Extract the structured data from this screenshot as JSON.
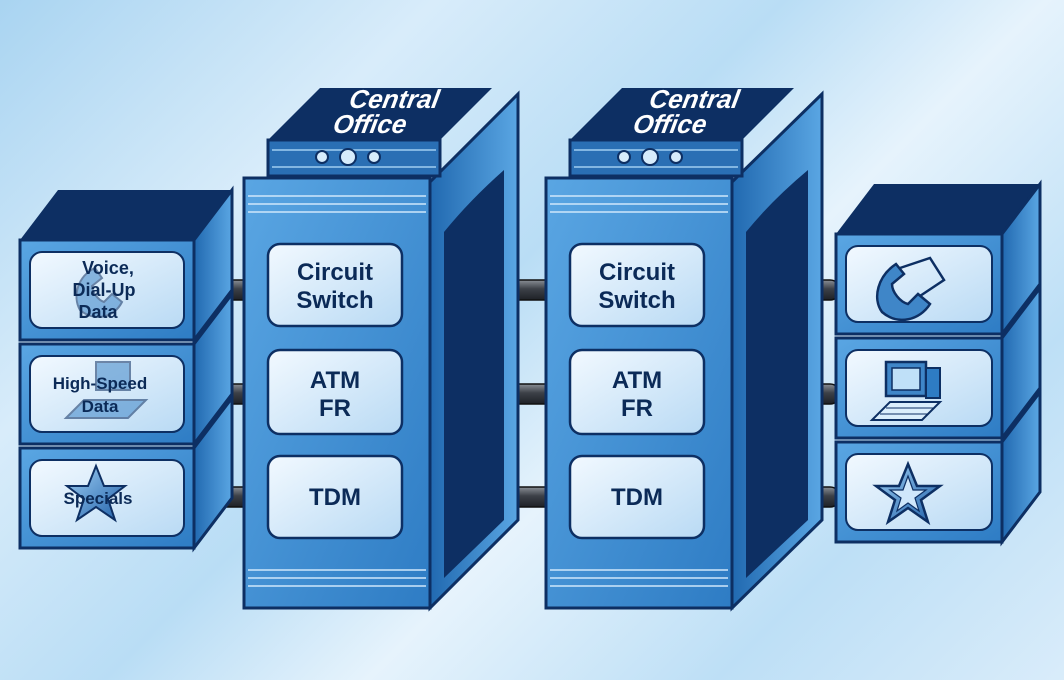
{
  "offices": [
    {
      "title_line1": "Central",
      "title_line2": "Office",
      "modules": [
        {
          "line1": "Circuit",
          "line2": "Switch"
        },
        {
          "line1": "ATM",
          "line2": "FR"
        },
        {
          "line1": "TDM",
          "line2": ""
        }
      ]
    },
    {
      "title_line1": "Central",
      "title_line2": "Office",
      "modules": [
        {
          "line1": "Circuit",
          "line2": "Switch"
        },
        {
          "line1": "ATM",
          "line2": "FR"
        },
        {
          "line1": "TDM",
          "line2": ""
        }
      ]
    }
  ],
  "left_services": [
    {
      "line1": "Voice,",
      "line2": "Dial-Up",
      "line3": "Data",
      "icon": "telephone-icon"
    },
    {
      "line1": "High-Speed",
      "line2": "Data",
      "line3": "",
      "icon": "computer-icon"
    },
    {
      "line1": "Specials",
      "line2": "",
      "line3": "",
      "icon": "star-icon"
    }
  ],
  "right_services": [
    {
      "icon": "telephone-icon"
    },
    {
      "icon": "computer-icon"
    },
    {
      "icon": "star-icon"
    }
  ],
  "colors": {
    "box_face": "#3d8fd4",
    "box_dark": "#0d2f63",
    "panel": "#dbeefc",
    "text": "#0b2a57",
    "cable": "#4a4e55"
  }
}
